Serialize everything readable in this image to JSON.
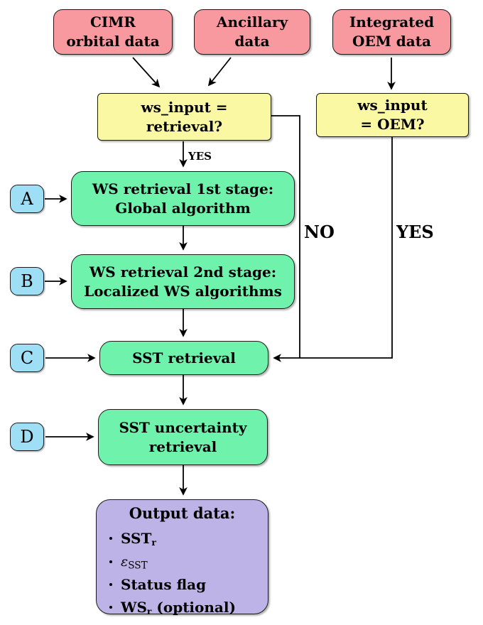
{
  "diagram": {
    "kind": "flowchart",
    "nodes": {
      "cimr": {
        "line1": "CIMR",
        "line2": "orbital data"
      },
      "ancillary": {
        "line1": "Ancillary",
        "line2": "data"
      },
      "oem": {
        "line1": "Integrated",
        "line2": "OEM data"
      },
      "q_retrieval": {
        "line1": "ws_input =",
        "line2": "retrieval?"
      },
      "q_oem": {
        "line1": "ws_input",
        "line2": "= OEM?"
      },
      "ws1": {
        "line1": "WS retrieval 1st stage:",
        "line2": "Global algorithm"
      },
      "ws2": {
        "line1": "WS retrieval 2nd stage:",
        "line2": "Localized WS algorithms"
      },
      "sst": {
        "line1": "SST retrieval"
      },
      "sst_unc": {
        "line1": "SST uncertainty",
        "line2": "retrieval"
      },
      "output": {
        "title": "Output data:",
        "items": [
          {
            "main": "SST",
            "sub": "r"
          },
          {
            "main": "ε",
            "sub": "SST"
          },
          {
            "main": "Status flag"
          },
          {
            "main": "WS",
            "sub": "r",
            "suffix": " (optional)"
          }
        ]
      }
    },
    "badges": [
      "A",
      "B",
      "C",
      "D"
    ],
    "edges": {
      "yes_small": "YES",
      "no": "NO",
      "yes_big": "YES"
    },
    "colors": {
      "input_fill": "#f8989f",
      "decision_fill": "#faf8a2",
      "process_fill": "#6ff3ac",
      "badge_fill": "#9edff5",
      "output_fill": "#beb3e6",
      "border": "#1a1a1a",
      "line": "#000000"
    }
  }
}
